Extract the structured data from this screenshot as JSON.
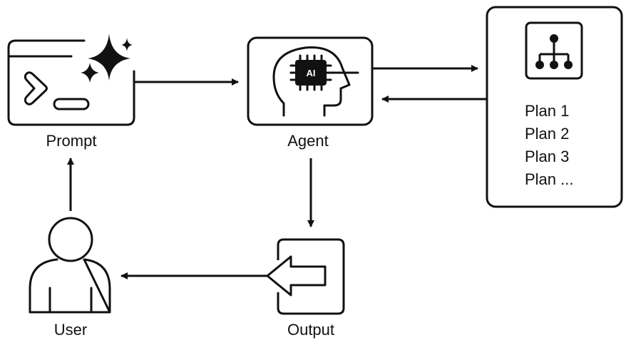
{
  "colors": {
    "stroke": "#111111",
    "background": "#ffffff"
  },
  "nodes": {
    "prompt": {
      "label": "Prompt",
      "icon": "terminal-sparkle-icon"
    },
    "agent": {
      "label": "Agent",
      "icon": "ai-brain-chip-icon",
      "chip_text": "AI"
    },
    "plans": {
      "icon": "hierarchy-icon",
      "items": [
        "Plan 1",
        "Plan 2",
        "Plan 3",
        "Plan ..."
      ]
    },
    "output": {
      "label": "Output",
      "icon": "output-arrow-icon"
    },
    "user": {
      "label": "User",
      "icon": "user-icon"
    }
  }
}
